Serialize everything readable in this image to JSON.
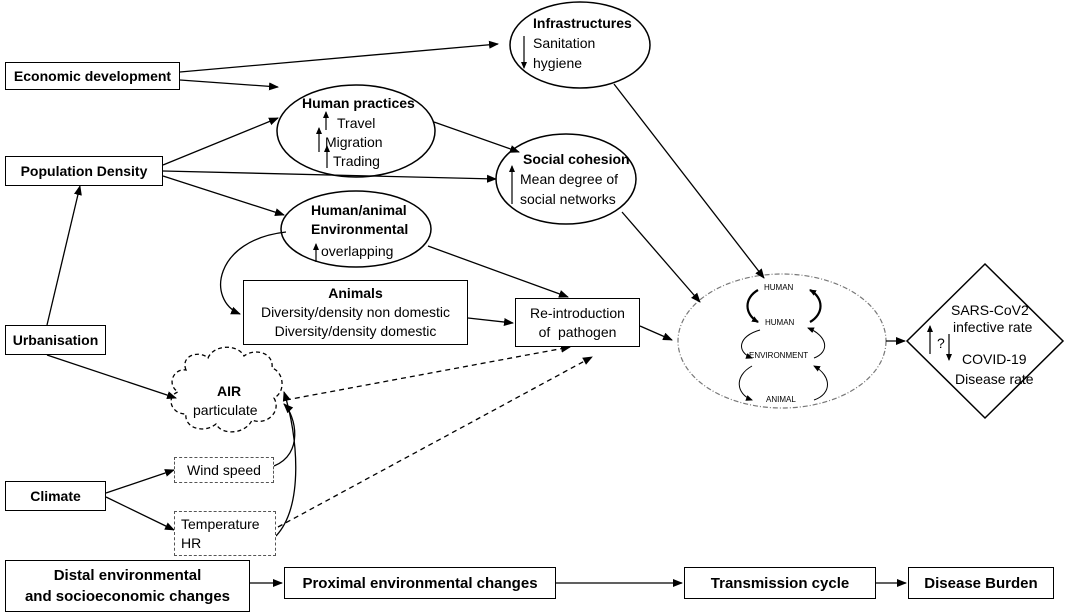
{
  "distal": {
    "economic_development": "Economic development",
    "population_density": "Population Density",
    "urbanisation": "Urbanisation",
    "climate": "Climate"
  },
  "infrastructures": {
    "title": "Infrastructures",
    "line1": "Sanitation",
    "line2": "hygiene"
  },
  "human_practices": {
    "title": "Human practices",
    "line1": "Travel",
    "line2": "Migration",
    "line3": "Trading"
  },
  "social_cohesion": {
    "title": "Social cohesion",
    "line1": "Mean degree of",
    "line2": "social networks"
  },
  "overlap": {
    "title1": "Human/animal",
    "title2": "Environmental",
    "line1": "overlapping"
  },
  "animals": {
    "title": "Animals",
    "line1": "Diversity/density non domestic",
    "line2": "Diversity/density domestic"
  },
  "reintro": {
    "line1": "Re-introduction",
    "line2": "of  pathogen"
  },
  "air": {
    "title": "AIR",
    "line1": "particulate"
  },
  "wind": "Wind speed",
  "temperature": {
    "line1": "Temperature",
    "line2": "HR"
  },
  "cycle": {
    "human_top": "HUMAN",
    "human": "HUMAN",
    "environment": "ENVIRONMENT",
    "animal": "ANIMAL"
  },
  "outcome": {
    "line1": "SARS-CoV2",
    "line2": "infective rate",
    "question": "?",
    "line3": "COVID-19",
    "line4": "Disease rate"
  },
  "bottom": {
    "distal_line1": "Distal environmental",
    "distal_line2": "and socioeconomic changes",
    "proximal": "Proximal environmental changes",
    "transmission": "Transmission cycle",
    "burden": "Disease Burden"
  }
}
